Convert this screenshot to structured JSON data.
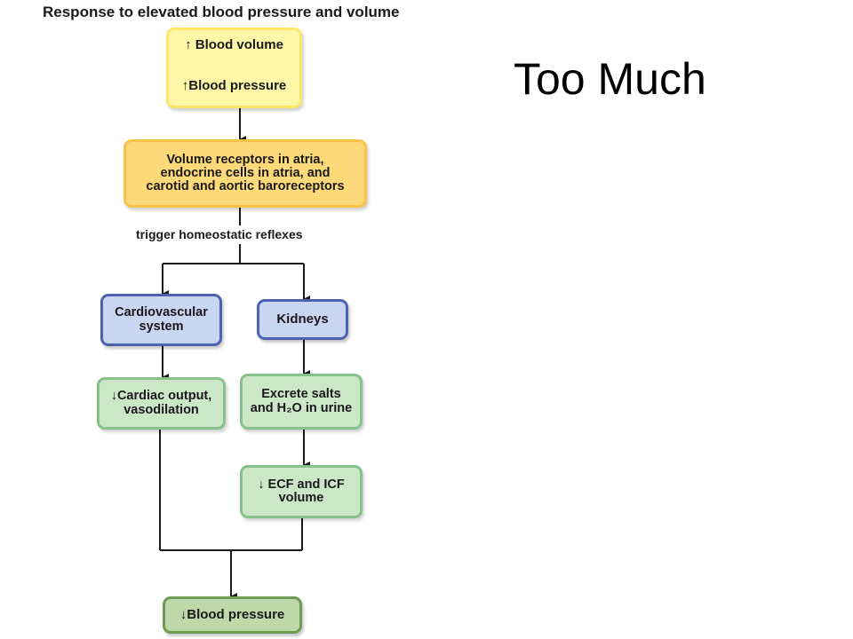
{
  "diagram_title": "Response to elevated blood pressure and volume",
  "slide_title": "Too Much",
  "nodes": {
    "blood_volume": "↑ Blood volume",
    "blood_pressure_up": "↑Blood pressure",
    "receptors": "Volume receptors in atria,\nendocrine cells in atria, and\ncarotid and aortic baroreceptors",
    "cardiovascular": "Cardiovascular\nsystem",
    "kidneys": "Kidneys",
    "cardiac_output": "↓Cardiac output,\nvasodilation",
    "excrete": "Excrete salts\nand H₂O in urine",
    "ecf_icf": "↓ ECF and ICF\nvolume",
    "blood_pressure_down": "↓Blood pressure"
  },
  "edge_labels": {
    "trigger": "trigger homeostatic reflexes"
  },
  "colors": {
    "yellow_box": "#fff7a8",
    "orange_box": "#fdd97a",
    "blue_box": "#c9d6f1",
    "green_box": "#cbe7c8",
    "dark_green_box": "#bfd8a9",
    "connector": "#1a1a1a"
  }
}
